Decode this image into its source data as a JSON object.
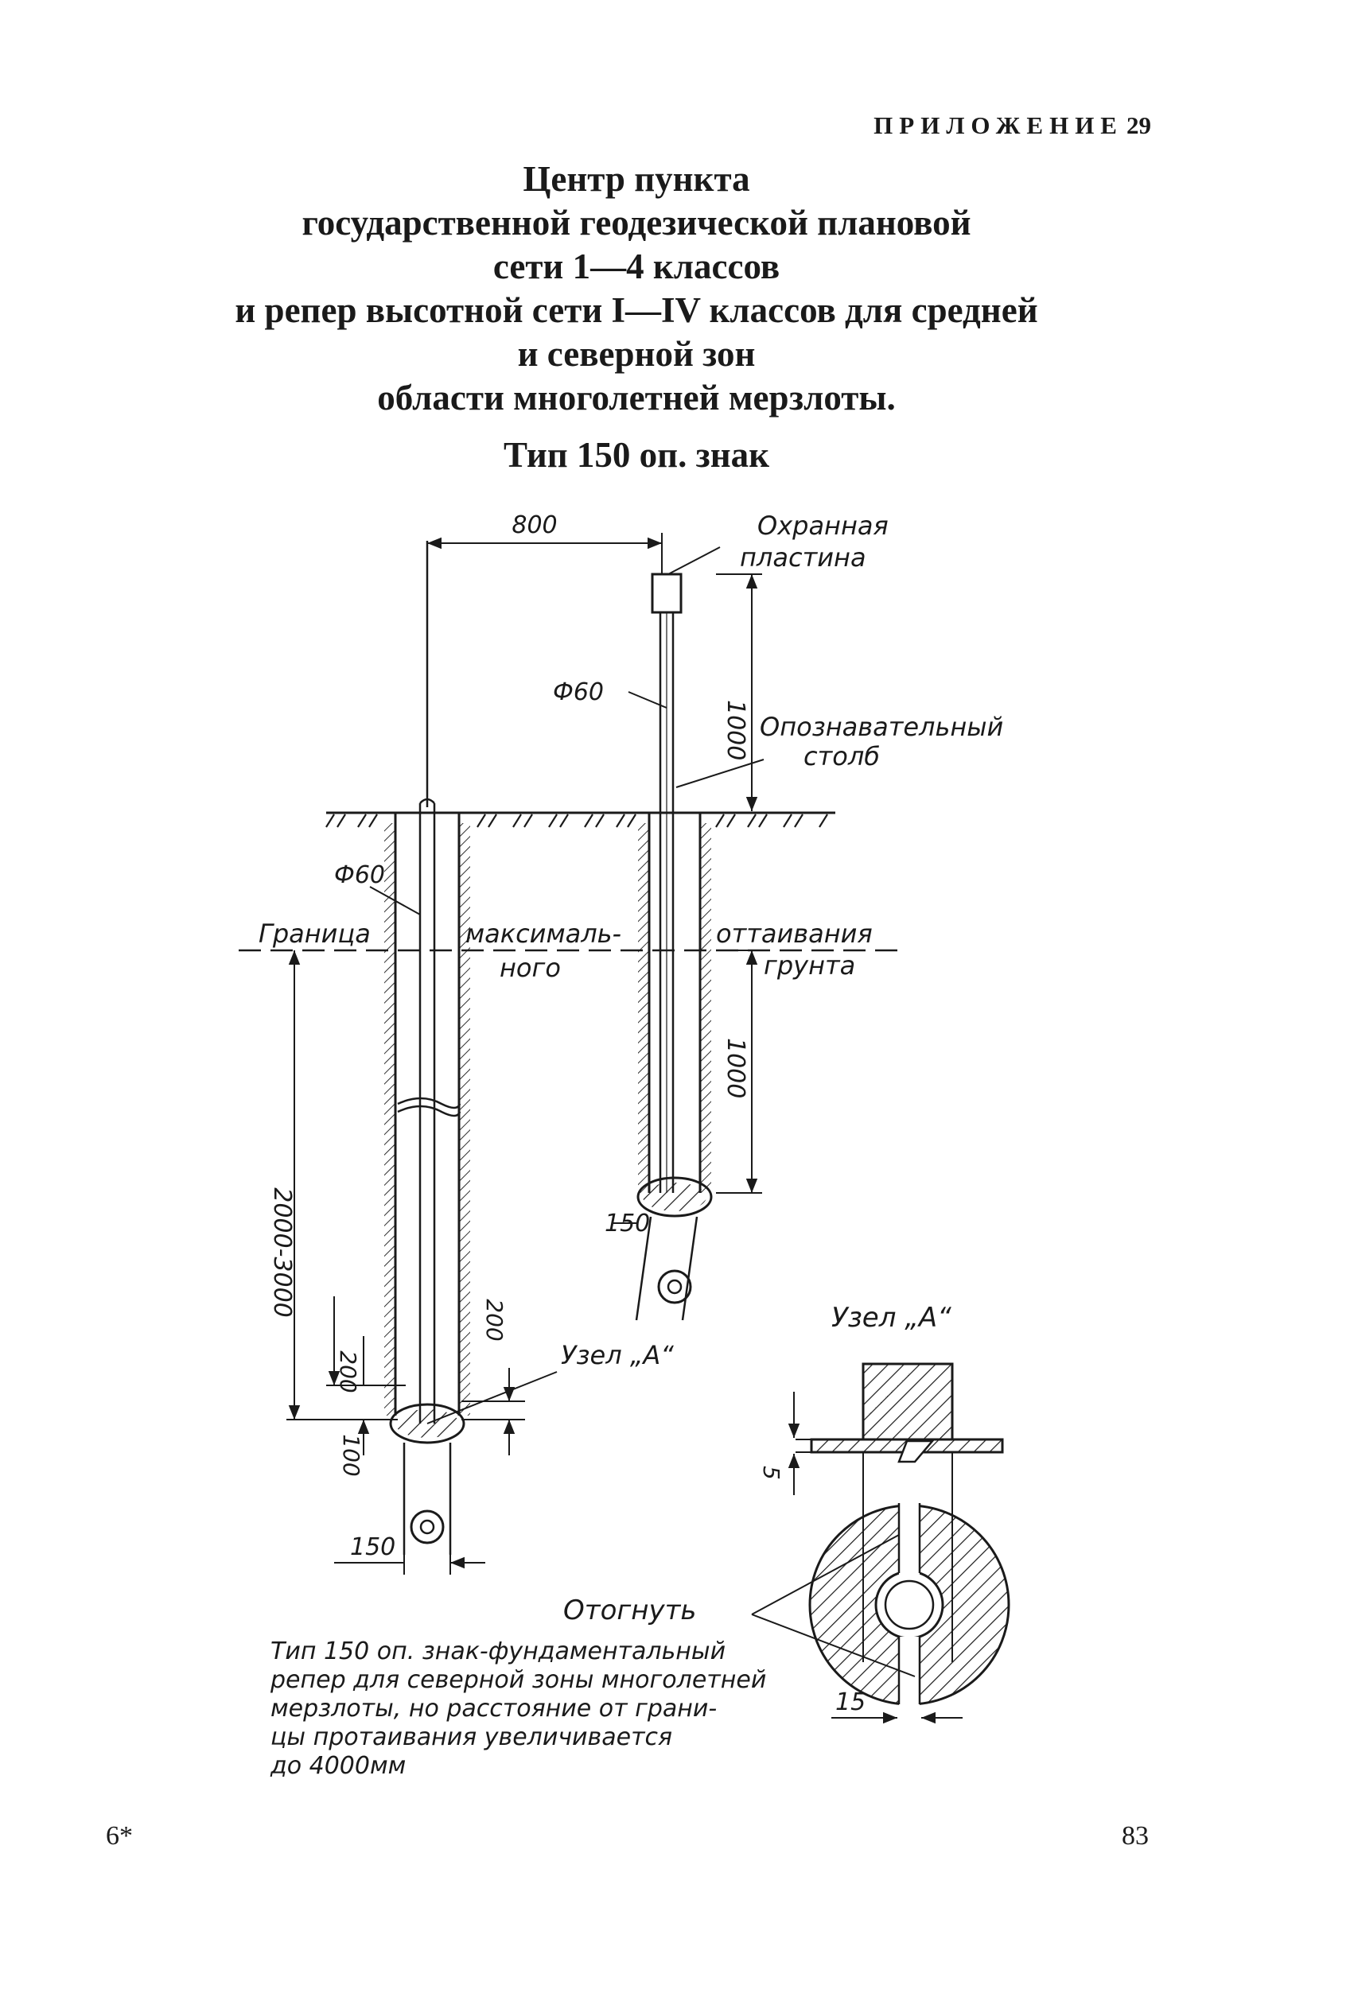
{
  "header": {
    "appendix_word": "ПРИЛОЖЕНИЕ",
    "appendix_number": "29"
  },
  "title_lines": [
    "Центр пункта",
    "государственной геодезической плановой",
    "сети 1—4 классов",
    "и репер высотной сети I—IV классов для средней",
    "и северной зон",
    "области многолетней мерзлоты."
  ],
  "subtitle": "Тип 150 оп. знак",
  "drawing": {
    "dim_800": "800",
    "dim_1000_top": "1000",
    "dim_1000_mid": "1000",
    "dim_2000_3000": "2000-3000",
    "dim_200_left": "200",
    "dim_200_right": "200",
    "dim_100": "100",
    "dim_150_left": "150",
    "dim_150_right": "150",
    "dim_5": "5",
    "dim_15": "15",
    "phi60_top": "Ф60",
    "phi60_left": "Ф60",
    "label_okhrannaya_1": "Охранная",
    "label_okhrannaya_2": "пластина",
    "label_opozn_1": "Опознавательный",
    "label_opozn_2": "столб",
    "label_granitsa": "Граница",
    "label_maksimal": "максималь-",
    "label_nogo": "ного",
    "label_ottaivaniya": "оттаивания",
    "label_grunta": "грунта",
    "label_uzel_a": "Узел „А“",
    "label_uzel_a_detail": "Узел „А“",
    "label_otognut": "Отогнуть",
    "note_lines": [
      "Тип 150 оп. знак-фундаментальный",
      "репер для северной зоны многолетней",
      "мерзлоты, но расстояние от грани-",
      "цы протаивания увеличивается",
      "до 4000мм"
    ]
  },
  "footer": {
    "left": "6*",
    "right": "83"
  }
}
